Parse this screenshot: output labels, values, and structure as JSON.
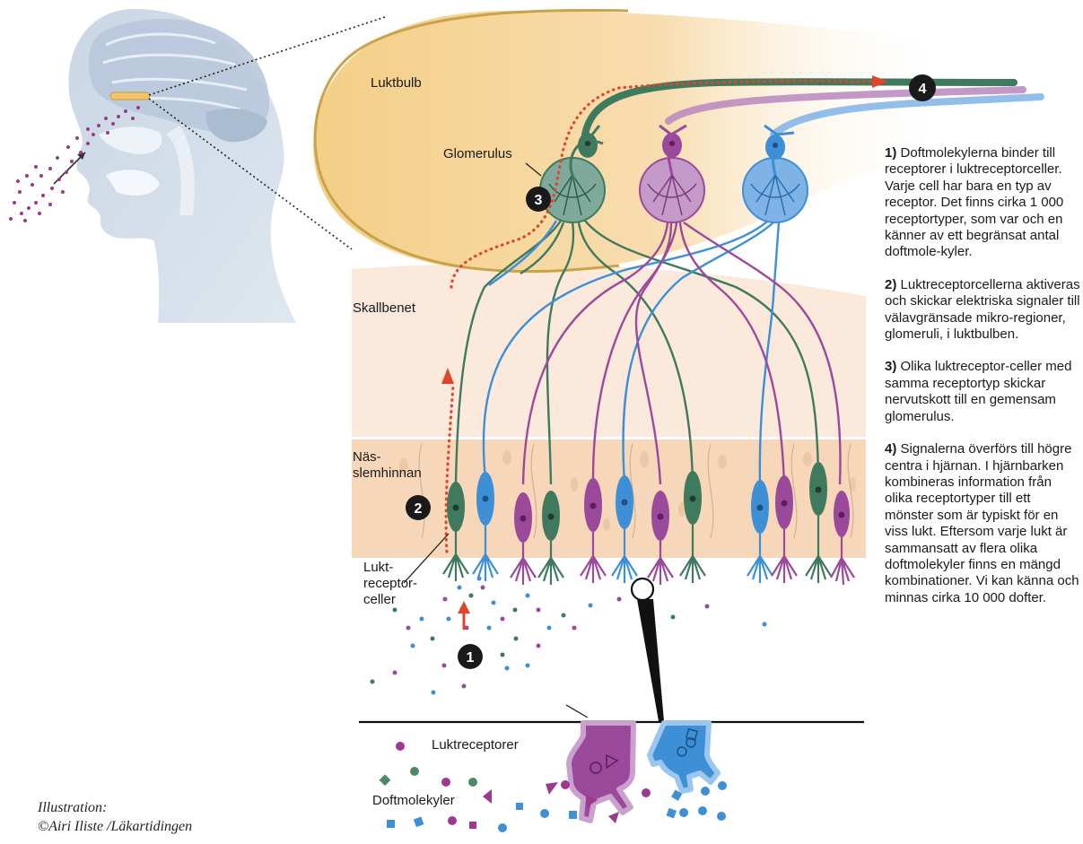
{
  "labels": {
    "luktbulb": "Luktbulb",
    "glomerulus": "Glomerulus",
    "skallbenet": "Skallbenet",
    "nasslemhinnan_1": "Näs-",
    "nasslemhinnan_2": "slemhinnan",
    "receptorceller_1": "Lukt-",
    "receptorceller_2": "receptor-",
    "receptorceller_3": "celler",
    "luktreceptorer": "Luktreceptorer",
    "doftmolekyler": "Doftmolekyler"
  },
  "badges": [
    "1",
    "2",
    "3",
    "4"
  ],
  "steps": [
    {
      "num": "1)",
      "text": "Doftmolekylerna binder till receptorer i luktreceptorceller. Varje cell har bara en typ av receptor. Det finns cirka 1 000 receptortyper, som var och en känner av ett begränsat antal doftmole-kyler."
    },
    {
      "num": "2)",
      "text": "Luktreceptorcellerna aktiveras och skickar elektriska signaler till välavgränsade mikro-regioner, glomeruli, i luktbulben."
    },
    {
      "num": "3)",
      "text": "Olika luktreceptor-celler med samma receptortyp skickar nervutskott till en gemensam glomerulus."
    },
    {
      "num": "4)",
      "text": "Signalerna överförs till högre centra i hjärnan. I hjärnbarken kombineras information från olika receptortyper till ett mönster som är typiskt för en viss lukt. Eftersom varje lukt är sammansatt av flera olika doftmolekyler finns en mängd kombinationer. Vi kan känna och minnas cirka 10 000 dofter."
    }
  ],
  "credit": {
    "line1": "Illustration:",
    "line2": "©Airi Iliste /Läkartidingen"
  },
  "colors": {
    "green": "#3f7a5e",
    "purple": "#9b4a9b",
    "blue": "#3d8fd6",
    "signal": "#e0452a",
    "bulb": "#f6d79a",
    "bulb_edge": "#c9a24a",
    "bone": "#fbe8da",
    "mucosa": "#f7d9bc"
  }
}
